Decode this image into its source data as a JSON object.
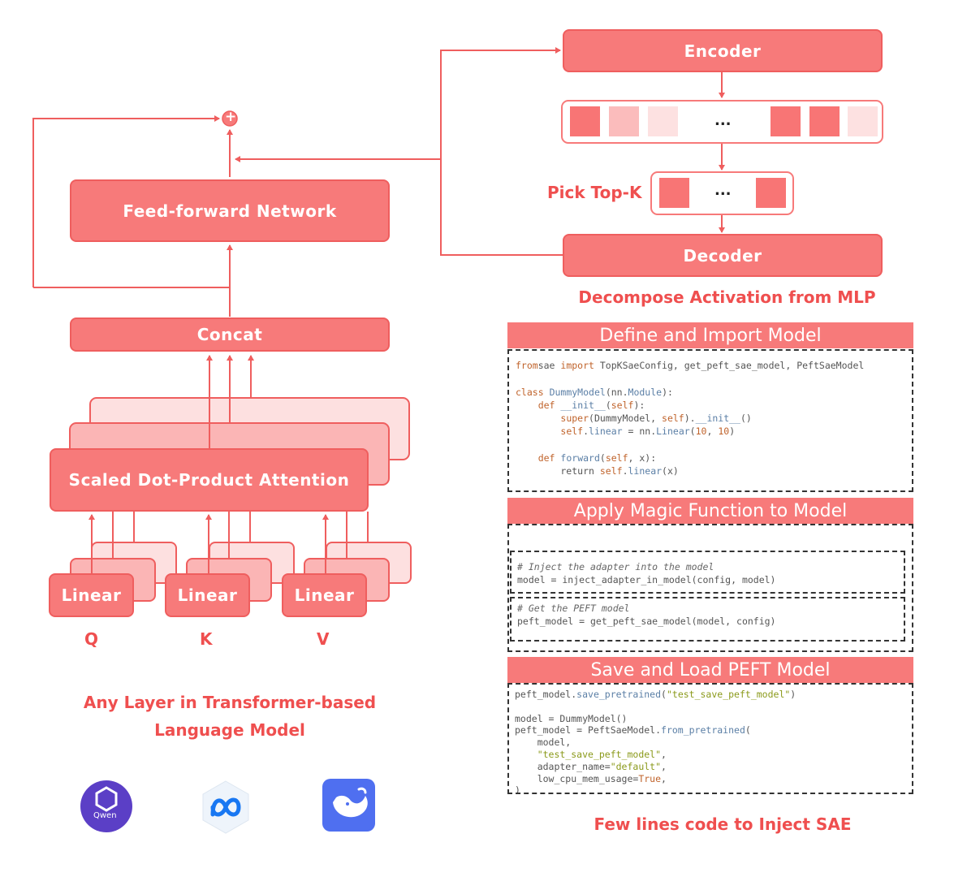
{
  "colors": {
    "accent": "#f77a7a",
    "accent_dark": "#ef5e5e",
    "text_red": "#ef4f4f",
    "cell_dark": "#f87575",
    "cell_mid": "#fbbcbc",
    "cell_light": "#fde1e1"
  },
  "left": {
    "ffn_label": "Feed-forward Network",
    "concat_label": "Concat",
    "attention_label": "Scaled Dot-Product Attention",
    "linear_labels": [
      "Linear",
      "Linear",
      "Linear"
    ],
    "qkv_labels": [
      "Q",
      "K",
      "V"
    ],
    "caption_line1": "Any Layer in Transformer-based",
    "caption_line2": "Language Model",
    "plus_symbol": "+"
  },
  "sae": {
    "encoder_label": "Encoder",
    "decoder_label": "Decoder",
    "pick_topk_label": "Pick Top-K",
    "ellipsis": "...",
    "caption": "Decompose Activation from MLP"
  },
  "code": {
    "section1_title": "Define and Import Model",
    "section2_title": "Apply Magic Function to Model",
    "section3_title": "Save and Load PEFT Model",
    "caption": "Few lines code to Inject SAE",
    "s1": [
      [
        [
          "kw",
          "from"
        ],
        [
          "",
          "sae "
        ],
        [
          "kw",
          "import"
        ],
        [
          "",
          " TopKSaeConfig, get_peft_sae_model, PeftSaeModel"
        ]
      ],
      [],
      [
        [
          "kw",
          "class"
        ],
        [
          "",
          " "
        ],
        [
          "fn",
          "DummyModel"
        ],
        [
          "",
          "(nn."
        ],
        [
          "fn",
          "Module"
        ],
        [
          "",
          "):"
        ]
      ],
      [
        [
          "",
          "    "
        ],
        [
          "kw",
          "def"
        ],
        [
          "",
          " "
        ],
        [
          "fn",
          "__init__"
        ],
        [
          "",
          "("
        ],
        [
          "kw",
          "self"
        ],
        [
          "",
          "):"
        ]
      ],
      [
        [
          "",
          "        "
        ],
        [
          "kw",
          "super"
        ],
        [
          "",
          "(DummyModel, "
        ],
        [
          "kw",
          "self"
        ],
        [
          "",
          ")."
        ],
        [
          "fn",
          "__init__"
        ],
        [
          "",
          "()"
        ]
      ],
      [
        [
          "",
          "        "
        ],
        [
          "kw",
          "self"
        ],
        [
          "",
          "."
        ],
        [
          "fn",
          "linear"
        ],
        [
          "",
          " = nn."
        ],
        [
          "fn",
          "Linear"
        ],
        [
          "",
          "("
        ],
        [
          "kw",
          "10"
        ],
        [
          "",
          ", "
        ],
        [
          "kw",
          "10"
        ],
        [
          "",
          ")"
        ]
      ],
      [],
      [
        [
          "",
          "    "
        ],
        [
          "kw",
          "def"
        ],
        [
          "",
          " "
        ],
        [
          "fn",
          "forward"
        ],
        [
          "",
          "("
        ],
        [
          "kw",
          "self"
        ],
        [
          "",
          ", x):"
        ]
      ],
      [
        [
          "",
          "        return "
        ],
        [
          "kw",
          "self"
        ],
        [
          "",
          "."
        ],
        [
          "fn",
          "linear"
        ],
        [
          "",
          "(x)"
        ]
      ]
    ],
    "s2a": [
      [
        [
          "cm",
          "# Inject the adapter into the model"
        ]
      ],
      [
        [
          "",
          "model = inject_adapter_in_model(config, model)"
        ]
      ]
    ],
    "s2b": [
      [
        [
          "cm",
          "# Get the PEFT model"
        ]
      ],
      [
        [
          "",
          "peft_model = get_peft_sae_model(model, config)"
        ]
      ]
    ],
    "s3": [
      [
        [
          "",
          "peft_model."
        ],
        [
          "fn",
          "save_pretrained"
        ],
        [
          "",
          "("
        ],
        [
          "st",
          "\"test_save_peft_model\""
        ],
        [
          "",
          ")"
        ]
      ],
      [],
      [
        [
          "",
          "model = DummyModel()"
        ]
      ],
      [
        [
          "",
          "peft_model = PeftSaeModel."
        ],
        [
          "fn",
          "from_pretrained"
        ],
        [
          "",
          "("
        ]
      ],
      [
        [
          "",
          "    model,"
        ]
      ],
      [
        [
          "",
          "    "
        ],
        [
          "st",
          "\"test_save_peft_model\""
        ],
        [
          "",
          ","
        ]
      ],
      [
        [
          "",
          "    adapter_name="
        ],
        [
          "st",
          "\"default\""
        ],
        [
          "",
          ","
        ]
      ],
      [
        [
          "",
          "    low_cpu_mem_usage="
        ],
        [
          "kw",
          "True"
        ],
        [
          "",
          ","
        ]
      ],
      [
        [
          "",
          ")"
        ]
      ]
    ]
  },
  "logos": {
    "qwen_text": "Qwen"
  }
}
